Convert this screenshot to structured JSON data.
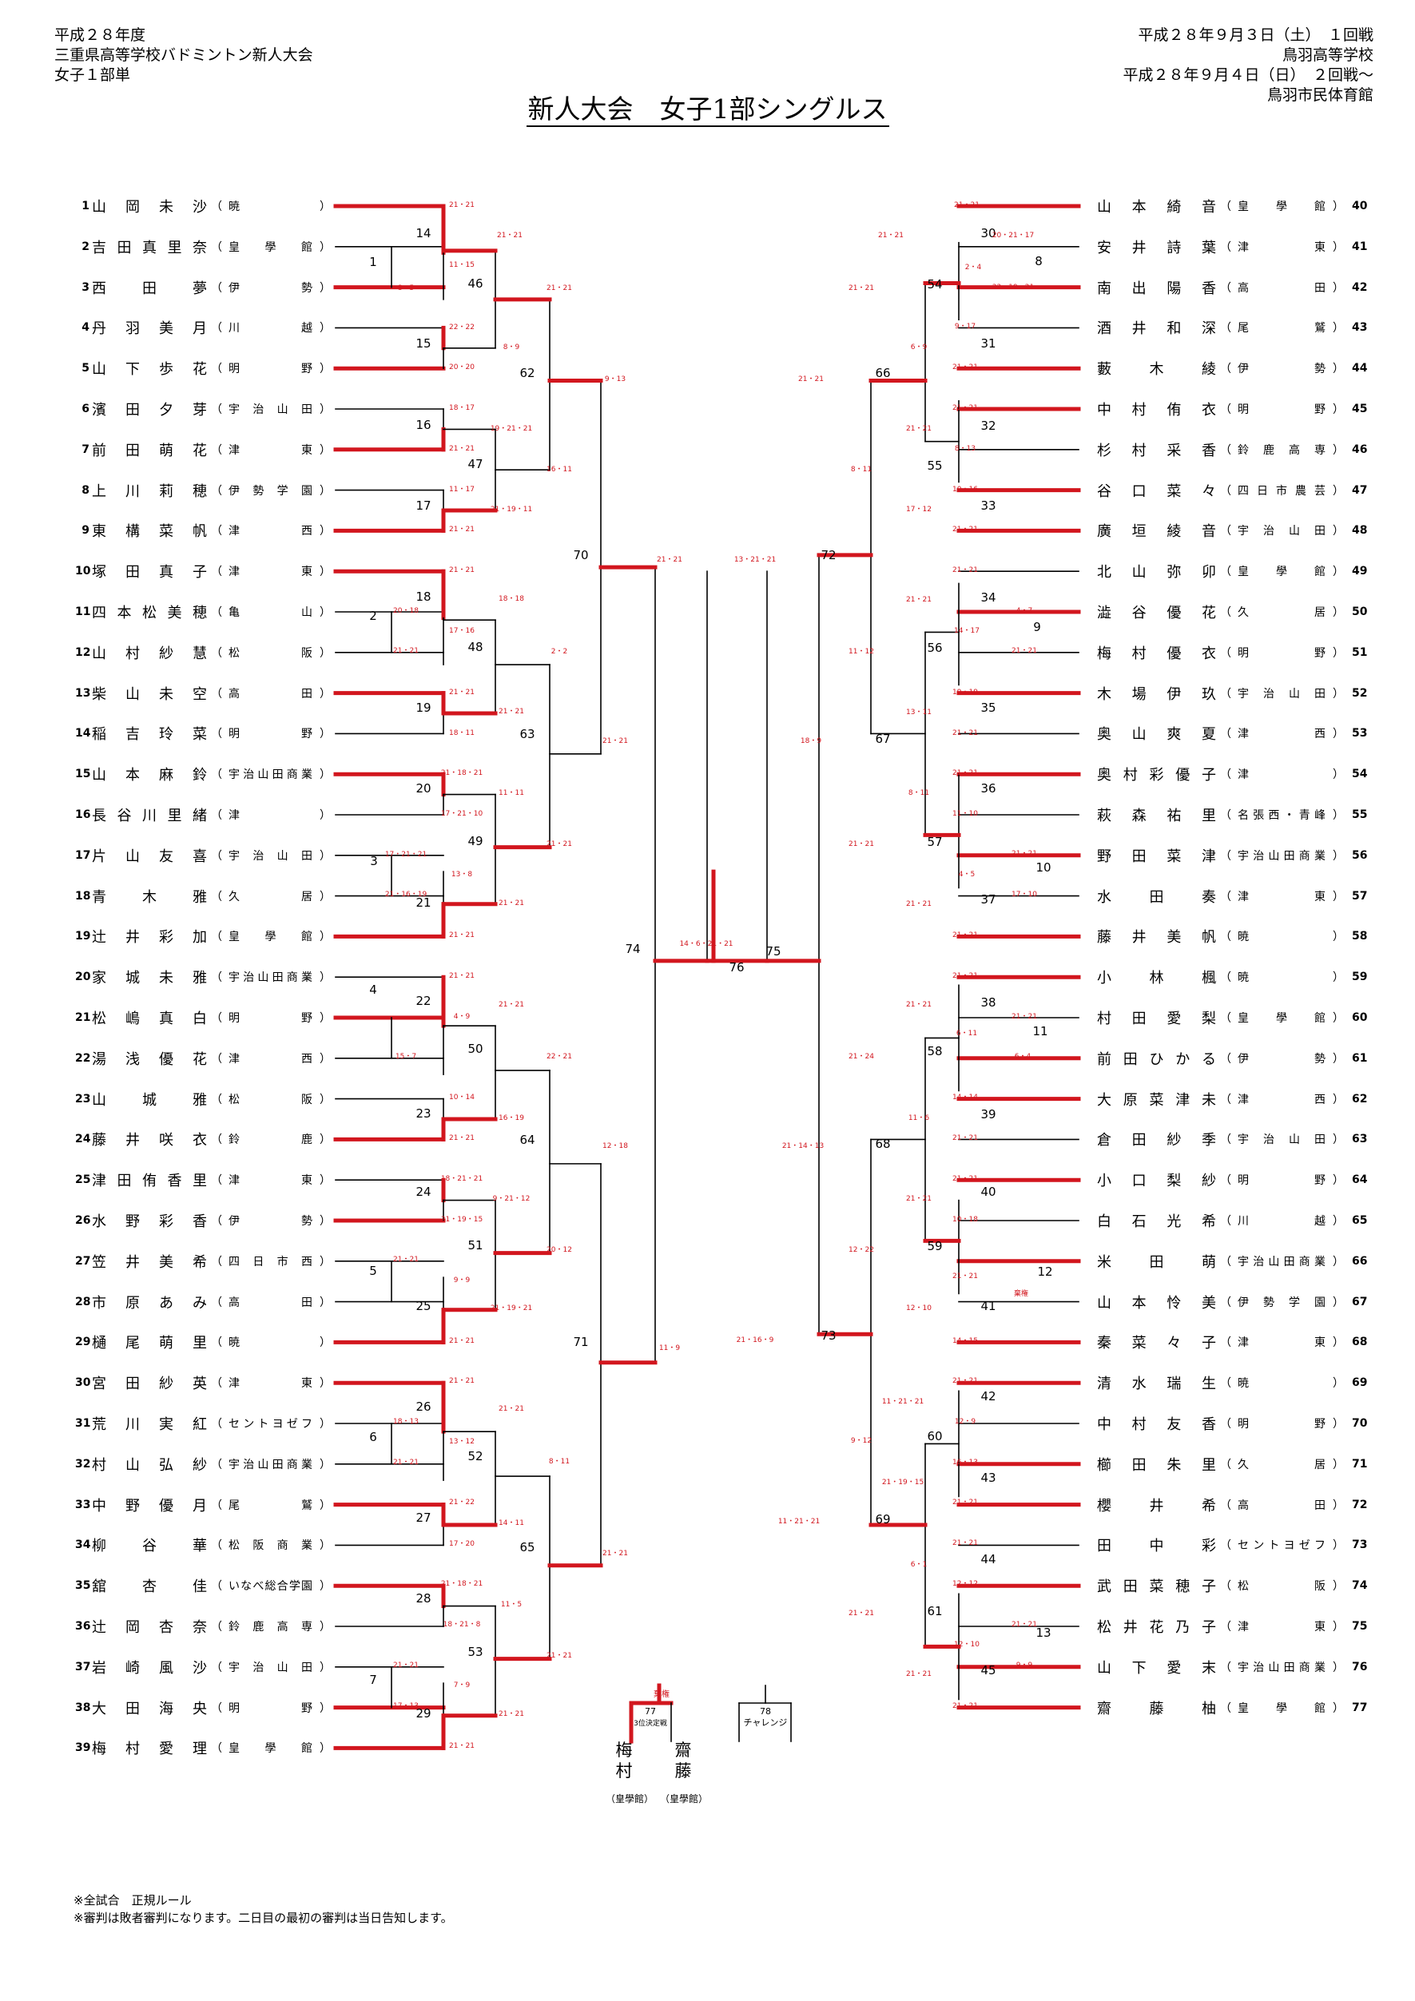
{
  "header": {
    "left": [
      "平成２８年度",
      "三重県高等学校バドミントン新人大会",
      "女子１部単"
    ],
    "right": [
      "平成２８年９月３日（土）　１回戦",
      "鳥羽高等学校",
      "平成２８年９月４日（日）　２回戦～",
      "鳥羽市民体育館"
    ]
  },
  "title": "新人大会　女子1部シングルス",
  "players": [
    {
      "seed": "1",
      "name": "山岡未沙",
      "school": "暁"
    },
    {
      "seed": "2",
      "name": "吉田真里奈",
      "school": "皇學館"
    },
    {
      "seed": "3",
      "name": "西田夢",
      "school": "伊勢"
    },
    {
      "seed": "4",
      "name": "丹羽美月",
      "school": "川越"
    },
    {
      "seed": "5",
      "name": "山下歩花",
      "school": "明野"
    },
    {
      "seed": "6",
      "name": "濱田夕芽",
      "school": "宇治山田"
    },
    {
      "seed": "7",
      "name": "前田萌花",
      "school": "津東"
    },
    {
      "seed": "8",
      "name": "上川莉穂",
      "school": "伊勢学園"
    },
    {
      "seed": "9",
      "name": "東構菜帆",
      "school": "津西"
    },
    {
      "seed": "10",
      "name": "塚田真子",
      "school": "津東"
    },
    {
      "seed": "11",
      "name": "四本松美穂",
      "school": "亀山"
    },
    {
      "seed": "12",
      "name": "山村紗慧",
      "school": "松阪"
    },
    {
      "seed": "13",
      "name": "柴山未空",
      "school": "高田"
    },
    {
      "seed": "14",
      "name": "稲吉玲菜",
      "school": "明野"
    },
    {
      "seed": "15",
      "name": "山本麻鈴",
      "school": "宇治山田商業"
    },
    {
      "seed": "16",
      "name": "長谷川里緒",
      "school": "津"
    },
    {
      "seed": "17",
      "name": "片山友喜",
      "school": "宇治山田"
    },
    {
      "seed": "18",
      "name": "青木雅",
      "school": "久居"
    },
    {
      "seed": "19",
      "name": "辻井彩加",
      "school": "皇學館"
    },
    {
      "seed": "20",
      "name": "家城未雅",
      "school": "宇治山田商業"
    },
    {
      "seed": "21",
      "name": "松嶋真白",
      "school": "明野"
    },
    {
      "seed": "22",
      "name": "湯浅優花",
      "school": "津西"
    },
    {
      "seed": "23",
      "name": "山城雅",
      "school": "松阪"
    },
    {
      "seed": "24",
      "name": "藤井咲衣",
      "school": "鈴鹿"
    },
    {
      "seed": "25",
      "name": "津田侑香里",
      "school": "津東"
    },
    {
      "seed": "26",
      "name": "水野彩香",
      "school": "伊勢"
    },
    {
      "seed": "27",
      "name": "笠井美希",
      "school": "四日市西"
    },
    {
      "seed": "28",
      "name": "市原あみ",
      "school": "高田"
    },
    {
      "seed": "29",
      "name": "樋尾萌里",
      "school": "暁"
    },
    {
      "seed": "30",
      "name": "宮田紗英",
      "school": "津東"
    },
    {
      "seed": "31",
      "name": "荒川実紅",
      "school": "セントヨゼフ"
    },
    {
      "seed": "32",
      "name": "村山弘紗",
      "school": "宇治山田商業"
    },
    {
      "seed": "33",
      "name": "中野優月",
      "school": "尾鷲"
    },
    {
      "seed": "34",
      "name": "柳谷華",
      "school": "松阪商業"
    },
    {
      "seed": "35",
      "name": "舘杏佳",
      "school": "いなべ総合学園"
    },
    {
      "seed": "36",
      "name": "辻岡杏奈",
      "school": "鈴鹿高専"
    },
    {
      "seed": "37",
      "name": "岩崎風沙",
      "school": "宇治山田"
    },
    {
      "seed": "38",
      "name": "大田海央",
      "school": "明野"
    },
    {
      "seed": "39",
      "name": "梅村愛理",
      "school": "皇學館"
    },
    {
      "seed": "40",
      "name": "山本綺音",
      "school": "皇學館"
    },
    {
      "seed": "41",
      "name": "安井詩葉",
      "school": "津東"
    },
    {
      "seed": "42",
      "name": "南出陽香",
      "school": "高田"
    },
    {
      "seed": "43",
      "name": "酒井和深",
      "school": "尾鷲"
    },
    {
      "seed": "44",
      "name": "藪木綾",
      "school": "伊勢"
    },
    {
      "seed": "45",
      "name": "中村侑衣",
      "school": "明野"
    },
    {
      "seed": "46",
      "name": "杉村采香",
      "school": "鈴鹿高専"
    },
    {
      "seed": "47",
      "name": "谷口菜々",
      "school": "四日市農芸"
    },
    {
      "seed": "48",
      "name": "廣垣綾音",
      "school": "宇治山田"
    },
    {
      "seed": "49",
      "name": "北山弥卯",
      "school": "皇學館"
    },
    {
      "seed": "50",
      "name": "澁谷優花",
      "school": "久居"
    },
    {
      "seed": "51",
      "name": "梅村優衣",
      "school": "明野"
    },
    {
      "seed": "52",
      "name": "木場伊玖",
      "school": "宇治山田"
    },
    {
      "seed": "53",
      "name": "奥山爽夏",
      "school": "津西"
    },
    {
      "seed": "54",
      "name": "奥村彩優子",
      "school": "津"
    },
    {
      "seed": "55",
      "name": "萩森祐里",
      "school": "名張西・青峰"
    },
    {
      "seed": "56",
      "name": "野田菜津",
      "school": "宇治山田商業"
    },
    {
      "seed": "57",
      "name": "水田奏",
      "school": "津東"
    },
    {
      "seed": "58",
      "name": "藤井美帆",
      "school": "暁"
    },
    {
      "seed": "59",
      "name": "小林楓",
      "school": "暁"
    },
    {
      "seed": "60",
      "name": "村田愛梨",
      "school": "皇學館"
    },
    {
      "seed": "61",
      "name": "前田ひかる",
      "school": "伊勢"
    },
    {
      "seed": "62",
      "name": "大原菜津未",
      "school": "津西"
    },
    {
      "seed": "63",
      "name": "倉田紗季",
      "school": "宇治山田"
    },
    {
      "seed": "64",
      "name": "小口梨紗",
      "school": "明野"
    },
    {
      "seed": "65",
      "name": "白石光希",
      "school": "川越"
    },
    {
      "seed": "66",
      "name": "米田萌",
      "school": "宇治山田商業"
    },
    {
      "seed": "67",
      "name": "山本怜美",
      "school": "伊勢学園"
    },
    {
      "seed": "68",
      "name": "秦菜々子",
      "school": "津東"
    },
    {
      "seed": "69",
      "name": "清水瑞生",
      "school": "暁"
    },
    {
      "seed": "70",
      "name": "中村友香",
      "school": "明野"
    },
    {
      "seed": "71",
      "name": "櫛田朱里",
      "school": "久居"
    },
    {
      "seed": "72",
      "name": "櫻井希",
      "school": "高田"
    },
    {
      "seed": "73",
      "name": "田中彩",
      "school": "セントヨゼフ"
    },
    {
      "seed": "74",
      "name": "武田菜穂子",
      "school": "松阪"
    },
    {
      "seed": "75",
      "name": "松井花乃子",
      "school": "津東"
    },
    {
      "seed": "76",
      "name": "山下愛末",
      "school": "宇治山田商業"
    },
    {
      "seed": "77",
      "name": "齋藤柚",
      "school": "皇學館"
    }
  ],
  "matches": {
    "m1": "1",
    "m2": "2",
    "m3": "3",
    "m4": "4",
    "m5": "5",
    "m6": "6",
    "m7": "7",
    "m8": "8",
    "m9": "9",
    "m10": "10",
    "m11": "11",
    "m12": "12",
    "m13": "13",
    "m14": "14",
    "m15": "15",
    "m16": "16",
    "m17": "17",
    "m18": "18",
    "m19": "19",
    "m20": "20",
    "m21": "21",
    "m22": "22",
    "m23": "23",
    "m24": "24",
    "m25": "25",
    "m26": "26",
    "m27": "27",
    "m28": "28",
    "m29": "29",
    "m30": "30",
    "m31": "31",
    "m32": "32",
    "m33": "33",
    "m34": "34",
    "m35": "35",
    "m36": "36",
    "m37": "37",
    "m38": "38",
    "m39": "39",
    "m40": "40",
    "m41": "41",
    "m42": "42",
    "m43": "43",
    "m44": "44",
    "m45": "45",
    "m46": "46",
    "m47": "47",
    "m48": "48",
    "m49": "49",
    "m50": "50",
    "m51": "51",
    "m52": "52",
    "m53": "53",
    "m54": "54",
    "m55": "55",
    "m56": "56",
    "m57": "57",
    "m58": "58",
    "m59": "59",
    "m60": "60",
    "m61": "61",
    "m62": "62",
    "m63": "63",
    "m64": "64",
    "m65": "65",
    "m66": "66",
    "m67": "67",
    "m68": "68",
    "m69": "69",
    "m70": "70",
    "m71": "71",
    "m72": "72",
    "m73": "73",
    "m74": "74",
    "m75": "75",
    "m76": "76",
    "m77": "77",
    "m78": "78"
  },
  "scores": {
    "s1_l": "21・21",
    "s1_r": "21・21",
    "s2_a": "21・21",
    "s2_b": "11・15",
    "s2_c": "8・5",
    "s3": "21・21",
    "s4": "22・22",
    "s4_b": "8・9",
    "s5": "20・20",
    "s6": "9・13",
    "s7": "18・17",
    "s8": "19・21・21",
    "s9": "21・21",
    "s10": "16・11",
    "s11": "11・17",
    "s12": "21・19・11",
    "s13": "21・21",
    "s14": "21・21",
    "s15": "21・21",
    "s16": "18・18",
    "s17": "20・18",
    "s18": "17・16",
    "s19": "21・21",
    "s20": "2・2",
    "s21": "21・21",
    "s22": "21・21",
    "s23": "18・11",
    "s24": "21・21",
    "s25": "21・18・21",
    "s26": "11・11",
    "s27": "17・21・10",
    "s28": "21・21",
    "s29": "17・21・21",
    "s30": "13・8",
    "s31": "21・16・19",
    "s32": "21・21",
    "s33": "21・21",
    "s34": "14・6・21・21",
    "s35": "21・21",
    "s36": "21・21",
    "s37": "4・9",
    "s38": "15・7",
    "s39": "22・21",
    "s40": "10・14",
    "s41": "16・19",
    "s42": "21・21",
    "s43": "12・18",
    "s44": "18・21・21",
    "s45": "9・21・12",
    "s46": "21・19・15",
    "s47": "20・12",
    "s48": "21・21",
    "s49": "9・9",
    "s50": "21・19・21",
    "s51": "21・21",
    "s52": "11・9",
    "s53": "21・21",
    "s54": "21・21",
    "s55": "18・13",
    "s56": "13・12",
    "s57": "21・21",
    "s58": "8・11",
    "s59": "21・22",
    "s60": "14・11",
    "s61": "17・20",
    "s62": "21・21",
    "s63": "21・18・21",
    "s64": "11・5",
    "s65": "18・21・8",
    "s66": "21・21",
    "s67": "21・21",
    "s68": "7・9",
    "s69": "17・13",
    "s70": "21・21",
    "s71": "21・21",
    "r1": "21・21",
    "r2": "20・21・17",
    "r3": "2・4",
    "r4": "22・19・21",
    "r5": "21・21",
    "r6": "21・21",
    "r7": "9・17",
    "r8": "6・9",
    "r9": "21・21",
    "r10": "21・21",
    "r11": "21・21",
    "r12": "8・13",
    "r13": "10・16",
    "r14": "17・12",
    "r15": "21・21",
    "r16": "8・11",
    "r17": "21・21",
    "r18": "13・21・21",
    "r19": "21・21",
    "r20": "21・21",
    "r21": "4・7",
    "r22": "14・17",
    "r23": "21・21",
    "r24": "11・12",
    "r25": "19・19",
    "r26": "13・11",
    "r27": "21・21",
    "r28": "18・9",
    "r29": "21・21",
    "r30": "8・11",
    "r31": "11・10",
    "r32": "21・21",
    "r33": "21・21",
    "r34": "4・5",
    "r35": "17・10",
    "r36": "21・21",
    "r37": "21・21",
    "r38": "21・21",
    "r39": "21・21",
    "r40": "21・21",
    "r41": "6・11",
    "r42": "6・4",
    "r43": "21・24",
    "r44": "14・14",
    "r45": "11・6",
    "r46": "21・21",
    "r47": "21・14・13",
    "r48": "21・21",
    "r49": "21・21",
    "r50": "10・18",
    "r51": "12・22",
    "r52": "21・21",
    "r53": "棄権",
    "r54": "12・10",
    "r55": "14・15",
    "r56": "21・16・9",
    "r57": "21・21",
    "r58": "11・21・21",
    "r59": "12・9",
    "r60": "9・12",
    "r61": "16・13",
    "r62": "21・19・15",
    "r63": "21・21",
    "r64": "11・21・21",
    "r65": "21・21",
    "r66": "6・1",
    "r67": "12・12",
    "r68": "21・21",
    "r69": "21・21",
    "r70": "12・10",
    "r71": "9・9",
    "r72": "21・21",
    "r73": "21・21"
  },
  "final": {
    "withdraw": "棄権",
    "third_label": "3位決定戦",
    "challenge_label": "チャレンジ",
    "p1_name": "梅村",
    "p1_school": "（皇學館）",
    "p2_name": "齋藤",
    "p2_school": "（皇學館）"
  },
  "notes": [
    "※全試合　正規ルール",
    "※審判は敗者審判になります。二日目の最初の審判は当日告知します。"
  ],
  "colors": {
    "win": "#d2161e",
    "line": "#000000"
  }
}
